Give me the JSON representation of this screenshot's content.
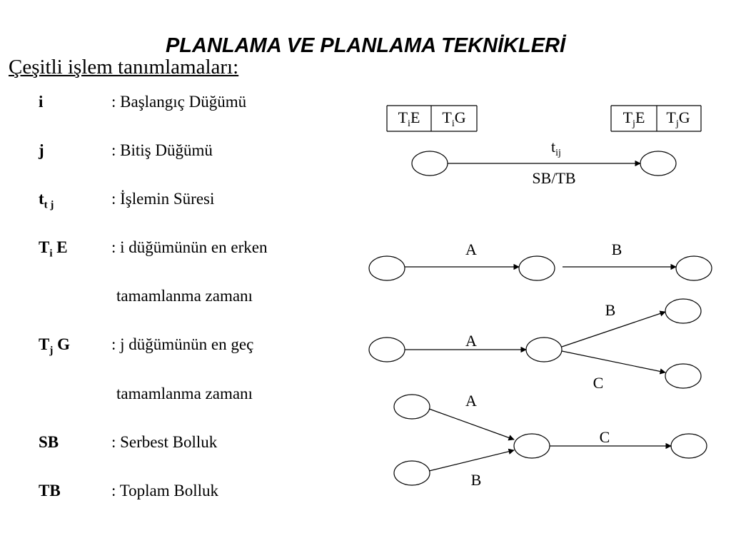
{
  "title": "PLANLAMA VE PLANLAMA TEKNİKLERİ",
  "subtitle": "Çeşitli işlem tanımlamaları:",
  "definitions": [
    {
      "term": "i",
      "desc": ": Başlangıç Düğümü"
    },
    {
      "term": "j",
      "desc": ": Bitiş Düğümü"
    },
    {
      "term_main": "t",
      "term_sub": "t j",
      "desc": ": İşlemin Süresi"
    },
    {
      "term_main": "T",
      "term_sub": "i",
      "term_rest": " E",
      "desc": ": i düğümünün en erken",
      "cont": "tamamlanma zamanı"
    },
    {
      "term_main": "T",
      "term_sub": "j",
      "term_rest": " G",
      "desc": ": j düğümünün en geç",
      "cont": "tamamlanma zamanı"
    },
    {
      "term": "SB",
      "desc": ": Serbest Bolluk"
    },
    {
      "term": "TB",
      "desc": ": Toplam Bolluk"
    }
  ],
  "diagram": {
    "legend": {
      "box_left": {
        "cell1_main": "T",
        "cell1_sub": "i",
        "cell1_rest": "E",
        "cell2_main": "T",
        "cell2_sub": "i",
        "cell2_rest": "G"
      },
      "box_right": {
        "cell1_main": "T",
        "cell1_sub": "j",
        "cell1_rest": "E",
        "cell2_main": "T",
        "cell2_sub": "j",
        "cell2_rest": "G"
      },
      "arrow_top_main": "t",
      "arrow_top_sub": "ij",
      "arrow_bottom": "SB/TB"
    },
    "serial": {
      "label1": "A",
      "label2": "B"
    },
    "split": {
      "label_in": "A",
      "label_up": "B",
      "label_down": "C"
    },
    "merge": {
      "label_up": "A",
      "label_down": "B",
      "label_out": "C"
    }
  }
}
